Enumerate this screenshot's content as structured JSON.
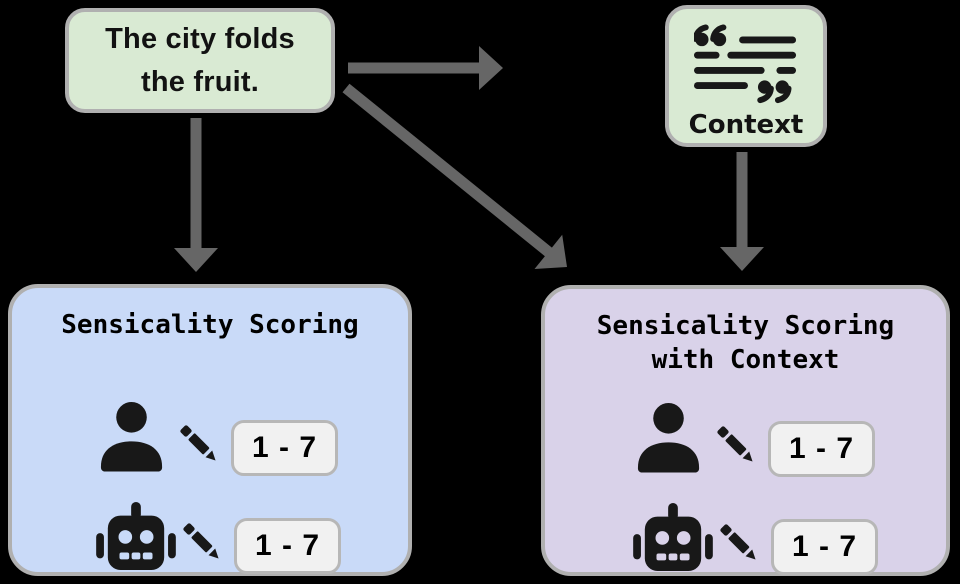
{
  "palette": {
    "background": "#000000",
    "green_box_bg": "#d9ead3",
    "blue_panel_bg": "#c9daf8",
    "purple_panel_bg": "#d9d2e9",
    "box_border": "#b0b0b0",
    "arrow_color": "#666666",
    "badge_bg": "#f1f1f1",
    "badge_border": "#b7b7b7",
    "icon_color": "#181818",
    "text_color": "#121212"
  },
  "sentence_box": {
    "lines": [
      "The city folds",
      "the fruit."
    ]
  },
  "context_box": {
    "label": "Context",
    "icon": "quote-text-icon"
  },
  "left_panel": {
    "title": "Sensicality Scoring",
    "rows": [
      {
        "rater": "human",
        "icon": "person-icon",
        "action_icon": "pencil-icon",
        "scale": "1 - 7"
      },
      {
        "rater": "ai",
        "icon": "robot-icon",
        "action_icon": "pencil-icon",
        "scale": "1 - 7"
      }
    ]
  },
  "right_panel": {
    "title_lines": [
      "Sensicality Scoring",
      "with Context"
    ],
    "rows": [
      {
        "rater": "human",
        "icon": "person-icon",
        "action_icon": "pencil-icon",
        "scale": "1 - 7"
      },
      {
        "rater": "ai",
        "icon": "robot-icon",
        "action_icon": "pencil-icon",
        "scale": "1 - 7"
      }
    ]
  }
}
